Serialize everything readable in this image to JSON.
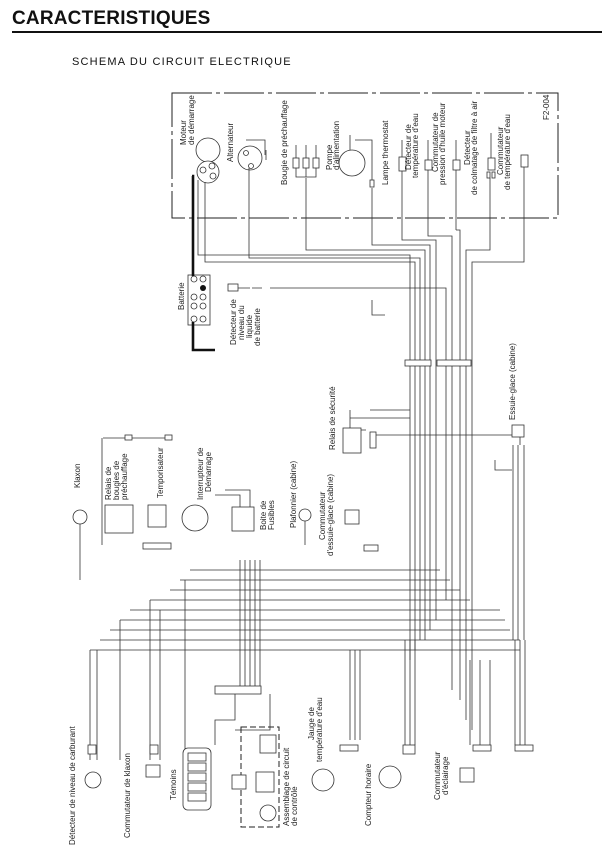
{
  "header": {
    "title": "CARACTERISTIQUES",
    "subtitle": "SCHEMA DU CIRCUIT ELECTRIQUE"
  },
  "figure_code": "F2-004",
  "labels": {
    "moteur1": "Moteur",
    "moteur2": "de démarrage",
    "alternateur": "Alternateur",
    "bougie": "Bougie de préchauffage",
    "pompe1": "Pompe",
    "pompe2": "d'alimentation",
    "lampe": "Lampe thermostat",
    "det_temp1": "Détecteur de",
    "det_temp2": "température d'eau",
    "comm_huile1": "Commutateur de",
    "comm_huile2": "pression d'huile moteur",
    "det_filtre1": "Détecteur",
    "det_filtre2": "de colmatage de filtre à air",
    "comm_temp1": "Commutateur",
    "comm_temp2": "de température d'eau",
    "batterie": "Batterie",
    "det_batt1": "Détecteur de",
    "det_batt2": "niveau du",
    "det_batt3": "liquide",
    "det_batt4": "de batterie",
    "essuie": "Essuie-glace (cabine)",
    "relais_secu": "Relais de sécurité",
    "klaxon": "Klaxon",
    "relais_bougies1": "Relais de",
    "relais_bougies2": "bougies de",
    "relais_bougies3": "préchauffage",
    "temporisateur": "Temporisateur",
    "interrupteur1": "Interrupteur de",
    "interrupteur2": "Démarrage",
    "fusibles1": "Boite de",
    "fusibles2": "Fusibles",
    "plafonnier": "Plafonnier (cabine)",
    "comm_essuie1": "Commutateur",
    "comm_essuie2": "d'essuie-glace (cabine)",
    "det_carburant": "Détecteur de niveau de carburant",
    "comm_klaxon": "Commutateur de klaxon",
    "temoins": "Témoins",
    "assemblage1": "Assemblage de circuit",
    "assemblage2": "de contrôle",
    "jauge1": "Jauge de",
    "jauge2": "température d'eau",
    "compteur": "Compteur horaire",
    "comm_eclairage1": "Commutateur",
    "comm_eclairage2": "d'éclairage"
  }
}
